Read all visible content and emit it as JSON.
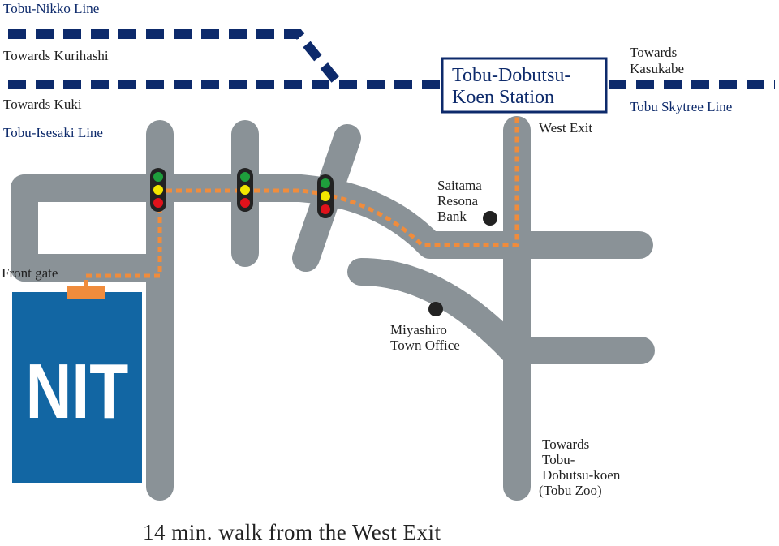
{
  "rail_lines": {
    "tobu_nikko_line": "Tobu-Nikko Line",
    "tobu_isesaki_line": "Tobu-Isesaki Line",
    "tobu_skytree_line": "Tobu Skytree Line"
  },
  "directions": {
    "towards_kurihashi": "Towards Kurihashi",
    "towards_kuki": "Towards Kuki",
    "towards_kasukabe_1": "Towards",
    "towards_kasukabe_2": "Kasukabe",
    "towards_zoo_1": "Towards",
    "towards_zoo_2": "Tobu-",
    "towards_zoo_3": "Dobutsu-koen",
    "towards_zoo_4": "(Tobu Zoo)"
  },
  "station": {
    "line1": "Tobu-Dobutsu-",
    "line2": "Koen Station",
    "exit": "West Exit"
  },
  "landmarks": {
    "bank_1": "Saitama",
    "bank_2": "Resona",
    "bank_3": "Bank",
    "office_1": "Miyashiro",
    "office_2": "Town Office",
    "front_gate": "Front gate"
  },
  "campus": {
    "name": "NIT"
  },
  "caption": "14 min. walk from the West Exit",
  "colors": {
    "road": "#8a9297",
    "rail": "#0d2a6b",
    "route": "#f08c3c",
    "campus": "#1266a3",
    "gate": "#f08c3c",
    "signal_green": "#1e9e3c",
    "signal_yellow": "#f2e600",
    "signal_red": "#e0121b"
  }
}
